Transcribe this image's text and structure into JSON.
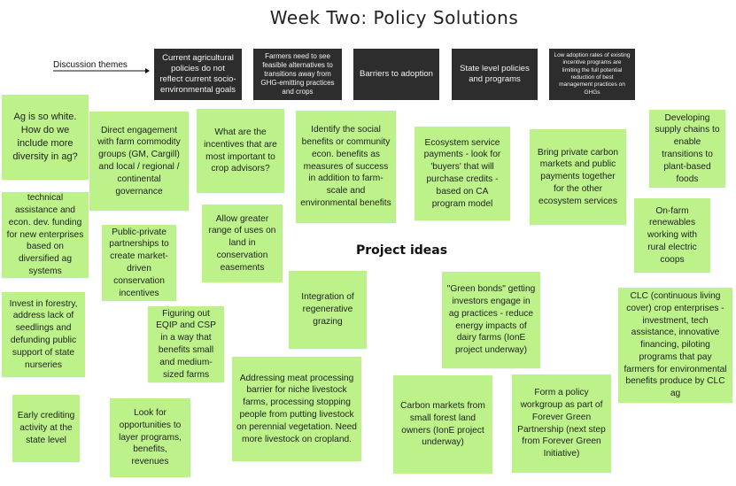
{
  "board": {
    "title": "Week Two: Policy Solutions",
    "discussion_themes_label": "Discussion themes",
    "project_ideas_label": "Project ideas",
    "note_color": "#bdf28a",
    "header_color": "#2d2d2d"
  },
  "themes": [
    "Current agricultural policies do not reflect current socio-environmental goals",
    "Farmers need to see feasible alternatives to transitions away from GHG-emitting practices and crops",
    "Barriers to adoption",
    "State level policies and programs",
    "Low adoption rates of existing incentive programs are limiting the full potential reduction of best management practices on GHGs"
  ],
  "notes": [
    "Ag is so white. How do we include more diversity in ag?",
    "Direct engagement with farm commodity groups (GM, Cargill) and local / regional / continental governance",
    "What are the incentives that are most important to crop advisors?",
    "Identify the social benefits or community econ. benefits as measures of success in addition to farm-scale and environmental benefits",
    "Ecosystem service payments - look for 'buyers' that will purchase credits - based on CA program model",
    "Bring private carbon markets and public payments together for the other ecosystem services",
    "Developing supply chains to enable transitions to plant-based foods",
    "technical assistance and econ. dev. funding for new enterprises based on diversified ag systems",
    "Allow greater range of uses on land in conservation easements",
    "On-farm renewables working with rural electric coops",
    "Public-private partnerships to create market-driven conservation incentives",
    "Integration of regenerative grazing",
    "\"Green bonds\" getting investors engage in ag practices - reduce energy impacts of dairy farms (IonE project underway)",
    "Invest in forestry, address lack of seedlings and defunding public support of state nurseries",
    "Figuring out EQIP and CSP in a way that benefits small and medium-sized farms",
    "CLC (continuous living cover) crop enterprises - investment, tech assistance, innovative financing, piloting programs that pay farmers for environmental benefits produce by CLC ag",
    "Addressing meat processing barrier for niche livestock farms, processing stopping people from putting livestock on perennial vegetation. Need more livestock on cropland.",
    "Early crediting activity at the state level",
    "Look for opportunities to layer programs, benefits, revenues",
    "Carbon markets from small forest land owners (IonE project underway)",
    "Form a policy workgroup as part of Forever Green Partnership (next step from Forever Green Initiative)"
  ]
}
